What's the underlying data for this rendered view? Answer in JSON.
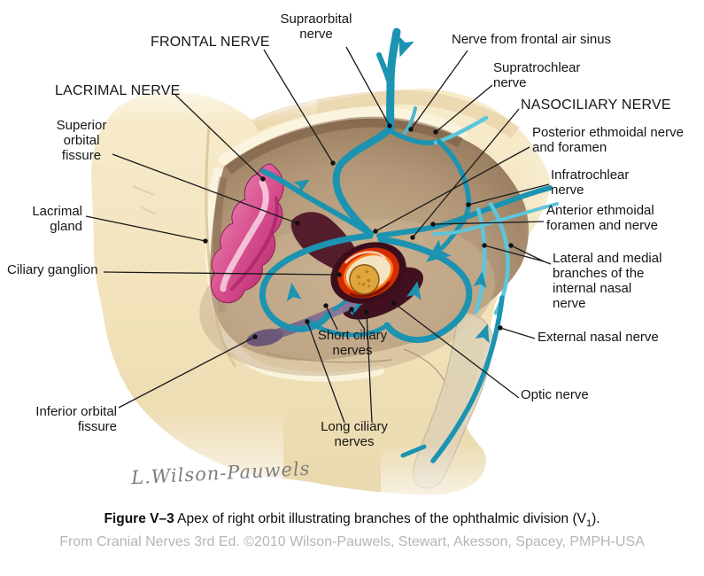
{
  "figure": {
    "labels": {
      "supraorbital": "Supraorbital\nnerve",
      "frontal": "FRONTAL NERVE",
      "air_sinus": "Nerve from frontal air sinus",
      "lacrimal_nerve": "LACRIMAL NERVE",
      "supratrochlear": "Supratrochlear\nnerve",
      "nasociliary": "NASOCILIARY NERVE",
      "superior_orbital_fissure": "Superior\norbital\nfissure",
      "posterior_ethmoidal": "Posterior ethmoidal nerve\nand foramen",
      "infratrochlear": "Infratrochlear\nnerve",
      "lacrimal_gland": "Lacrimal\ngland",
      "anterior_ethmoidal": "Anterior ethmoidal\nforamen and nerve",
      "ciliary_ganglion": "Ciliary ganglion",
      "lateral_medial": "Lateral and medial\nbranches of the\ninternal nasal\nnerve",
      "short_ciliary": "Short ciliary\nnerves",
      "external_nasal": "External nasal nerve",
      "optic_nerve": "Optic nerve",
      "inferior_orbital_fissure": "Inferior orbital\nfissure",
      "long_ciliary": "Long ciliary\nnerves"
    },
    "signature": "L.Wilson-Pauwels",
    "caption": {
      "figure_label": "Figure V–3",
      "body": " Apex of right orbit illustrating branches of the ophthalmic division (V",
      "subscript": "1",
      "tail": ")."
    },
    "credit": "From Cranial Nerves 3rd Ed. ©2010 Wilson-Pauwels, Stewart, Akesson, Spacey, PMPH-USA",
    "colors": {
      "nerve_teal": "#1b93b1",
      "nerve_light_cyan": "#5cc6da",
      "bone_cream": "#f1e3bd",
      "orbit_cavity_tan": "#b49a7c",
      "lacrimal_gland_pink": "#d9518f",
      "ring_red": "#d22b00",
      "optic_core_yellow": "#e0a63d",
      "fissure_purple": "#7a6890",
      "leader_black": "#1a1a1a",
      "credit_gray": "#b5b5b5"
    }
  }
}
